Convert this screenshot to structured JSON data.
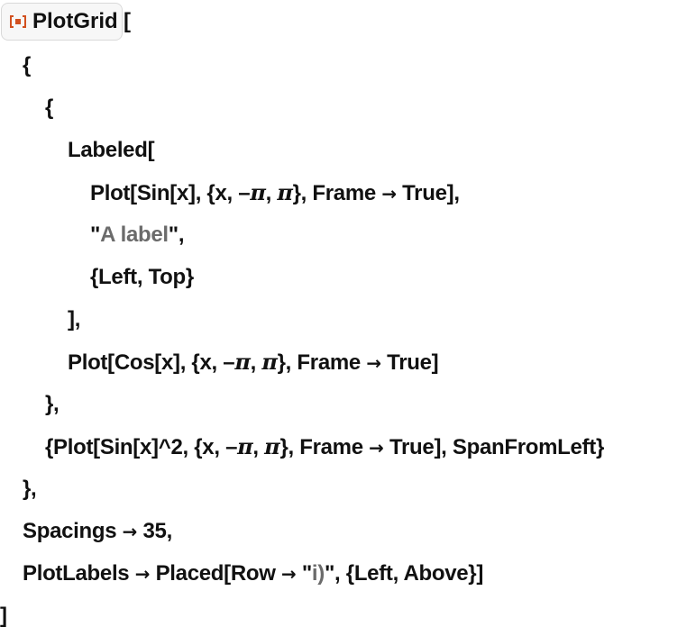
{
  "header": {
    "icon": "wolfram-function-icon",
    "function_name": "PlotGrid",
    "open_bracket": "["
  },
  "code": {
    "lines": [
      {
        "indent": 0,
        "text": "{"
      },
      {
        "indent": 1,
        "text": "{"
      },
      {
        "indent": 2,
        "text": "Labeled["
      },
      {
        "indent": 3,
        "text": "Plot[Sin[x], {x, -π, π}, Frame → True],"
      },
      {
        "indent": 3,
        "text": "\"A label\","
      },
      {
        "indent": 3,
        "text": "{Left, Top}"
      },
      {
        "indent": 2,
        "text": "],"
      },
      {
        "indent": 2,
        "text": "Plot[Cos[x], {x, -π, π}, Frame → True]"
      },
      {
        "indent": 1,
        "text": "},"
      },
      {
        "indent": 1,
        "text": "{Plot[Sin[x]^2, {x, -π, π}, Frame → True], SpanFromLeft}"
      },
      {
        "indent": 0,
        "text": "},"
      },
      {
        "indent": 0,
        "text": "Spacings → 35,"
      },
      {
        "indent": 0,
        "text": "PlotLabels → Placed[Row → \"i)\", {Left, Above}]"
      },
      {
        "indent": -1,
        "text": "]"
      }
    ],
    "segments": {
      "l1": "{",
      "l2": "{",
      "l3": "Labeled[",
      "l4_a": "Plot[Sin[x], {x, ",
      "l4_minus": "–",
      "l4_pi1": "π",
      "l4_b": ", ",
      "l4_pi2": "π",
      "l4_c": "}, Frame ",
      "l4_arrow": "→",
      "l4_d": " True],",
      "l5_q1": "\"",
      "l5_str": "A label",
      "l5_q2": "\",",
      "l6": "{Left, Top}",
      "l7": "],",
      "l8_a": "Plot[Cos[x], {x, ",
      "l8_minus": "–",
      "l8_pi1": "π",
      "l8_b": ", ",
      "l8_pi2": "π",
      "l8_c": "}, Frame ",
      "l8_arrow": "→",
      "l8_d": " True]",
      "l9": "},",
      "l10_a": "{Plot[Sin[x]^2, {x, ",
      "l10_minus": "–",
      "l10_pi1": "π",
      "l10_b": ", ",
      "l10_pi2": "π",
      "l10_c": "}, Frame ",
      "l10_arrow": "→",
      "l10_d": " True], SpanFromLeft}",
      "l11": "},",
      "l12_a": "Spacings ",
      "l12_arrow": "→",
      "l12_b": " 35,",
      "l13_a": "PlotLabels ",
      "l13_arrow1": "→",
      "l13_b": " Placed[Row ",
      "l13_arrow2": "→",
      "l13_q1": " \"",
      "l13_str": "i)",
      "l13_q2": "\", {Left, Above}]",
      "l14": "]"
    }
  },
  "colors": {
    "icon_accent": "#d2501f",
    "string_text": "#6b6b6b",
    "code_text": "#111111",
    "button_border": "#d9d9d9"
  }
}
